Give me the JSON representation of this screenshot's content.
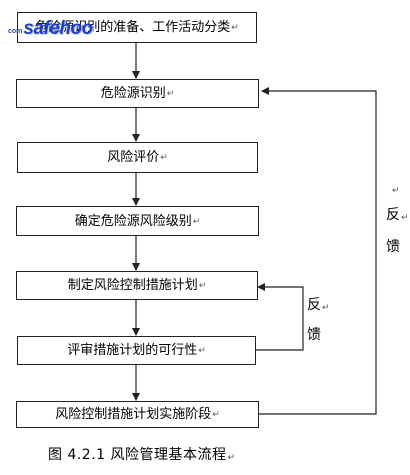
{
  "watermark": {
    "small": "com",
    "big": "safehoo"
  },
  "steps": [
    "危险源识别的准备、工作活动分类",
    "危险源识别",
    "风险评价",
    "确定危险源风险级别",
    "制定风险控制措施计划",
    "评审措施计划的可行性",
    "风险控制措施计划实施阶段"
  ],
  "feedback": {
    "inner": [
      "反",
      "馈"
    ],
    "outer": [
      "反",
      "馈"
    ]
  },
  "caption": "图 4.2.1 风险管理基本流程"
}
